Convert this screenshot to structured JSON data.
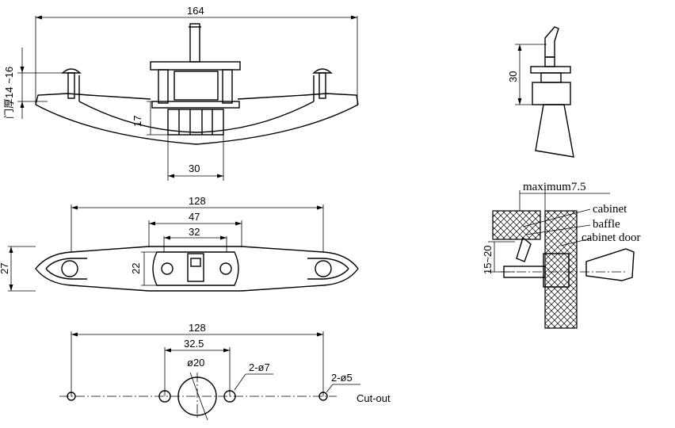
{
  "front_view": {
    "overall_width": "164",
    "door_thickness": "门厚14 ~16",
    "height_dim": "17",
    "base_width": "30"
  },
  "top_view": {
    "overall_length": "128",
    "plate_width": "47",
    "inner_width": "32",
    "height": "27",
    "inner_height": "22"
  },
  "cutout_view": {
    "hole_spacing": "128",
    "center_spacing": "32.5",
    "center_hole": "ø20",
    "small_holes_a": "2-ø7",
    "small_holes_b": "2-ø5",
    "caption": "Cut-out"
  },
  "side_view": {
    "height": "30"
  },
  "section_view": {
    "max_label": "maximum7.5",
    "range_label": "15~20",
    "callouts": [
      "cabinet",
      "baffle",
      "cabinet door"
    ]
  }
}
